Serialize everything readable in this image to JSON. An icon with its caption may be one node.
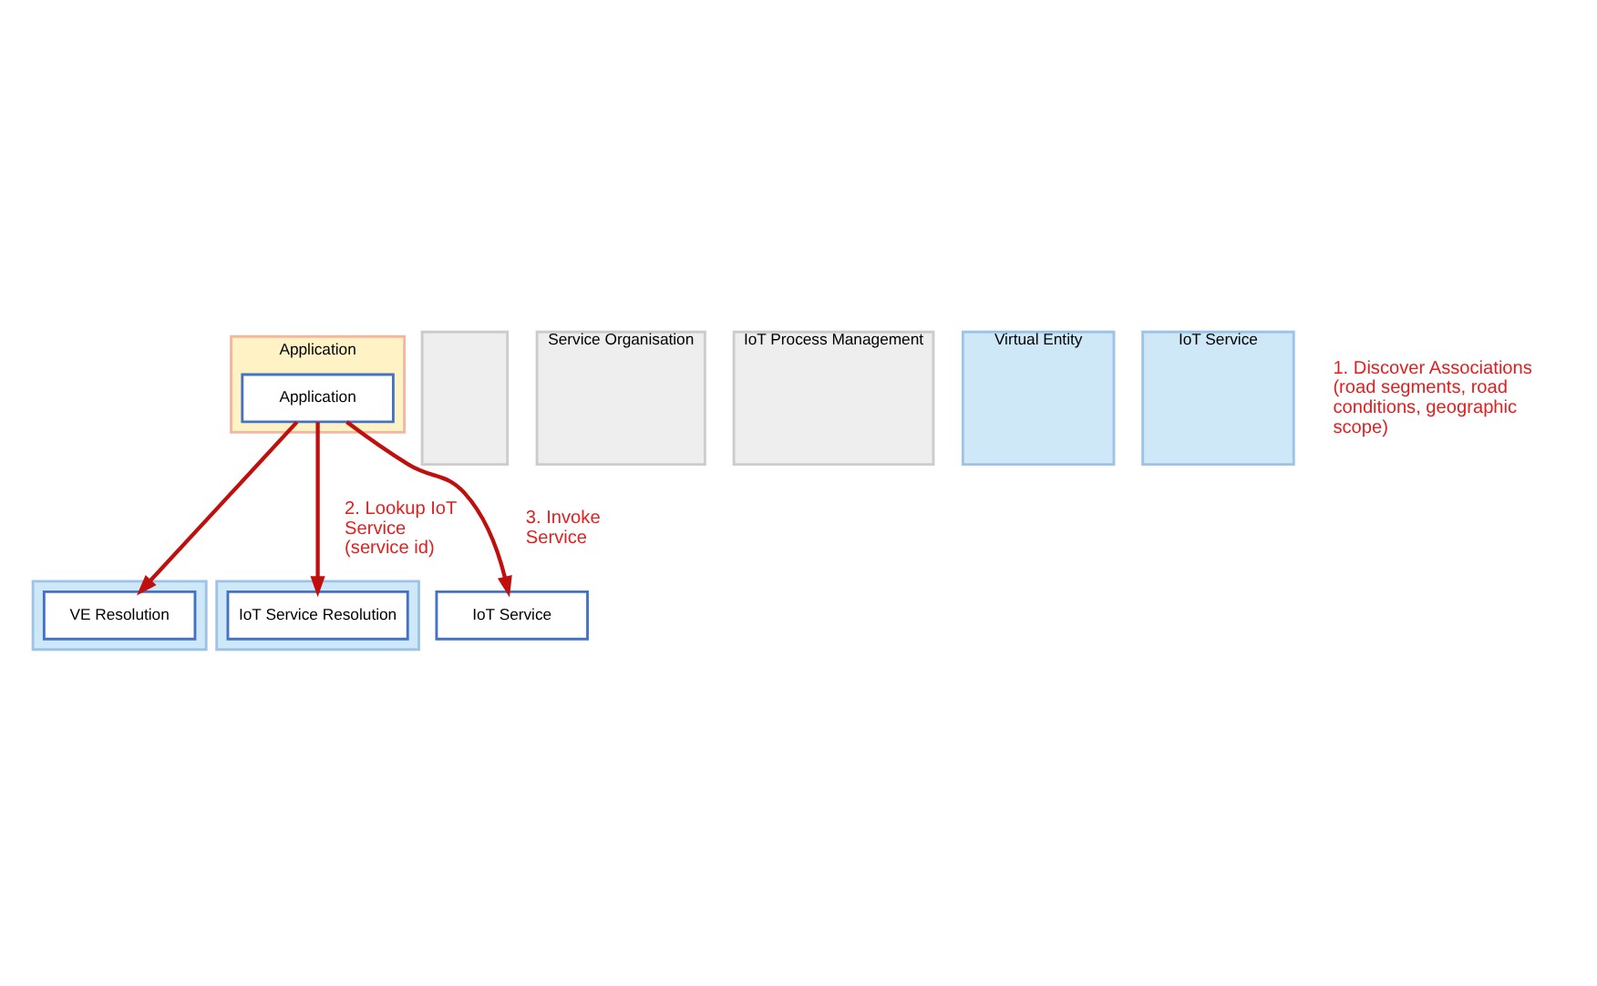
{
  "diagram": {
    "nodes": [
      {
        "text": [
          "Application"
        ]
      },
      {
        "text": [
          "Application"
        ],
        "in": 0
      },
      {
        "text": [],
        "shape": "box"
      },
      {
        "text": [
          "Service Organisation"
        ]
      },
      {
        "text": [
          "IoT Process Management"
        ]
      },
      {
        "text": [
          "Virtual Entity"
        ]
      },
      {
        "text": [
          "IoT Service"
        ]
      },
      {
        "text": [],
        "shape": "box"
      },
      {
        "text": [
          "VE Resolution"
        ],
        "in": 7
      },
      {
        "text": [],
        "shape": "box"
      },
      {
        "text": [
          "IoT Service Resolution"
        ],
        "in": 9
      },
      {
        "text": [
          "IoT Service"
        ]
      }
    ],
    "edges": [
      {
        "from": 1,
        "to": 8,
        "arrow": "to"
      },
      {
        "from": 1,
        "to": 10,
        "arrow": "to",
        "label": "2. Lookup IoT Service (service id)"
      },
      {
        "from": 1,
        "to": 11,
        "arrow": "to",
        "label": "3. Invoke Service"
      }
    ],
    "labels": [
      "1. Discover Associations (road segments, road conditions, geographic scope)"
    ]
  }
}
